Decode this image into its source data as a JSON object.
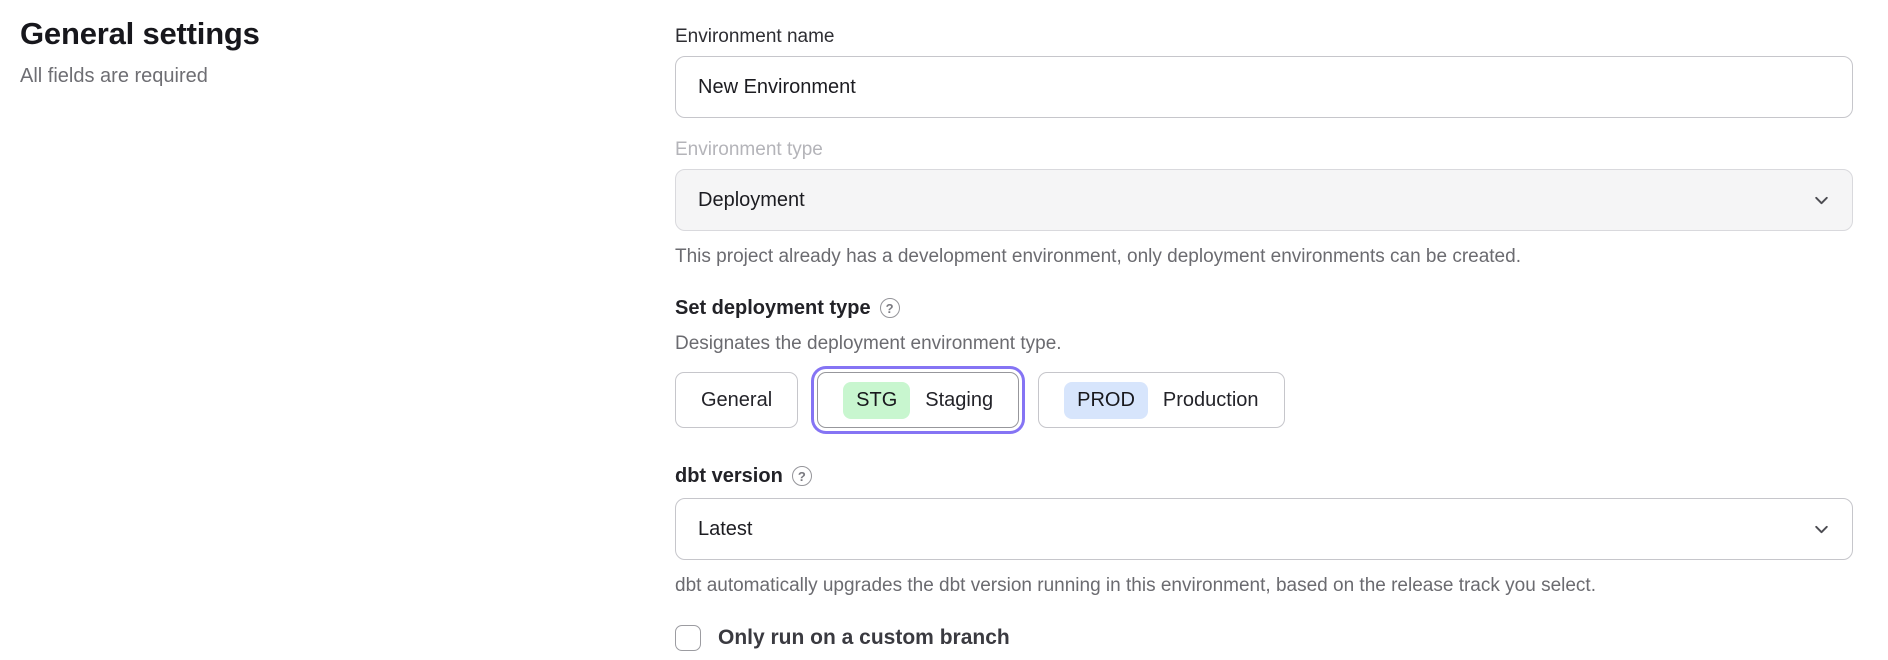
{
  "page": {
    "title": "General settings",
    "subtitle": "All fields are required"
  },
  "form": {
    "environment_name": {
      "label": "Environment name",
      "value": "New Environment"
    },
    "environment_type": {
      "label": "Environment type",
      "value": "Deployment",
      "disabled": true,
      "help_text": "This project already has a development environment, only deployment environments can be created."
    },
    "deployment_type": {
      "label": "Set deployment type",
      "description": "Designates the deployment environment type.",
      "options": [
        {
          "label": "General",
          "badge": "",
          "selected": false
        },
        {
          "label": "Staging",
          "badge": "STG",
          "selected": true
        },
        {
          "label": "Production",
          "badge": "PROD",
          "selected": false
        }
      ]
    },
    "dbt_version": {
      "label": "dbt version",
      "value": "Latest",
      "help_text": "dbt automatically upgrades the dbt version running in this environment, based on the release track you select."
    },
    "custom_branch": {
      "label": "Only run on a custom branch",
      "checked": false
    }
  },
  "icons": {
    "help_glyph": "?"
  },
  "colors": {
    "accent_purple": "#8574f4",
    "badge_green": "#c8f6cf",
    "badge_blue": "#d7e5fc",
    "disabled_bg": "#f5f5f6",
    "border": "#c6c6cb",
    "muted_text": "#6b6b70"
  }
}
